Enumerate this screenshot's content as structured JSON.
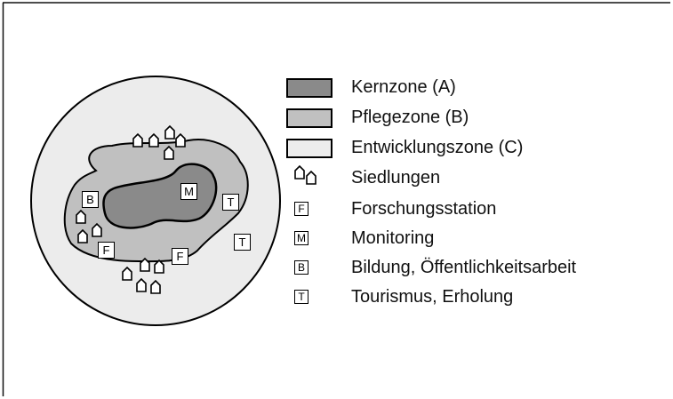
{
  "legend": {
    "kernzone": {
      "label": "Kernzone (A)",
      "color": "#8a8a8a"
    },
    "pflegezone": {
      "label": "Pflegezone (B)",
      "color": "#c0c0c0"
    },
    "entwicklungszone": {
      "label": "Entwicklungszone (C)",
      "color": "#ececec"
    },
    "siedlungen": {
      "label": "Siedlungen",
      "icon": "house-icon"
    },
    "forschungsstation": {
      "label": "Forschungsstation",
      "letter": "F"
    },
    "monitoring": {
      "label": "Monitoring",
      "letter": "M"
    },
    "bildung": {
      "label": "Bildung, Öffentlichkeitsarbeit",
      "letter": "B"
    },
    "tourismus": {
      "label": "Tourismus, Erholung",
      "letter": "T"
    }
  }
}
